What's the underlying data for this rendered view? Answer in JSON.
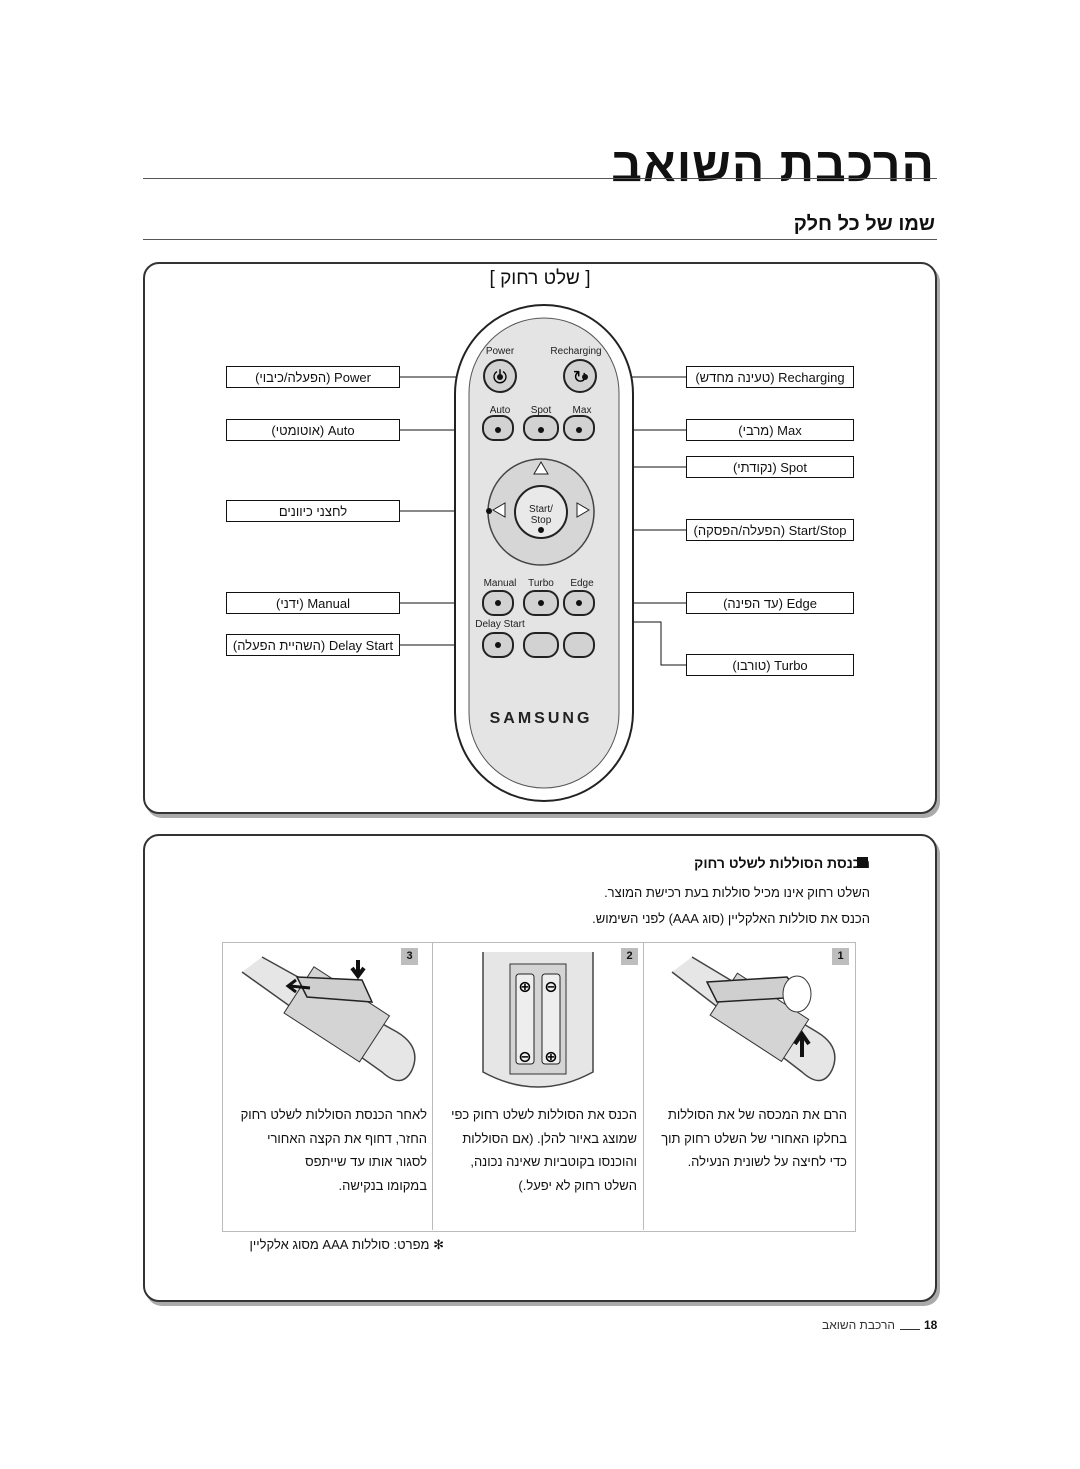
{
  "page": {
    "title": "הרכבת השואב",
    "subtitle": "שמו של כל חלק"
  },
  "remote": {
    "heading": "[ שלט רחוק ]",
    "top_labels": {
      "power": "Power",
      "recharging": "Recharging",
      "auto": "Auto",
      "spot": "Spot",
      "max": "Max",
      "start": "Start/",
      "stop": "Stop",
      "manual": "Manual",
      "turbo": "Turbo",
      "edge": "Edge",
      "delay_start": "Delay Start",
      "brand": "SAMSUNG"
    },
    "callouts_left": [
      "Power (הפעלה/כיבוי)",
      "Auto (אוטומטי)",
      "לחצני כיוונים",
      "Manual (ידני)",
      "Delay Start (השהיית הפעלה)"
    ],
    "callouts_right": [
      "Recharging (טעינה מחדש)",
      "Max (מרבי)",
      "Spot (נקודתי)",
      "Start/Stop (הפעלה/הפסקה)",
      "Edge (עד הפינה)",
      "Turbo (טורבו)"
    ]
  },
  "batteries": {
    "heading": "הכנסת הסוללות לשלט רחוק",
    "lines": [
      "השלט רחוק אינו מכיל סוללות בעת רכישת המוצר.",
      "הכנס את סוללות האלקליין (סוג AAA) לפני השימוש."
    ],
    "steps": [
      {
        "num": "1",
        "lines": [
          "הרם את המכסה של את הסוללות",
          "בחלקו האחורי של השלט רחוק תוך",
          "כדי לחיצה על לשונית הנעילה."
        ]
      },
      {
        "num": "2",
        "lines": [
          "הכנס את הסוללות לשלט רחוק כפי",
          "שמוצג באיור להלן. (אם הסוללות",
          "והוכנסו בקוטביות שאינה נכונה,",
          "השלט רחוק לא יפעל.)"
        ]
      },
      {
        "num": "3",
        "lines": [
          "לאחר הכנסת הסוללות לשלט רחוק",
          "החזר, דחוף את הקצה האחורי",
          "לסגור אותו עד שייתפס",
          "במקומו בנקישה."
        ]
      }
    ],
    "note": "מפרט: סוללות AAA מסוג אלקליין"
  },
  "footer": {
    "page_label": "הרכבת השואב",
    "page_number": "18"
  },
  "colors": {
    "remote_body": "#e4e4e4",
    "button": "#d2d2d2",
    "panel_border": "#bbbbbb"
  }
}
